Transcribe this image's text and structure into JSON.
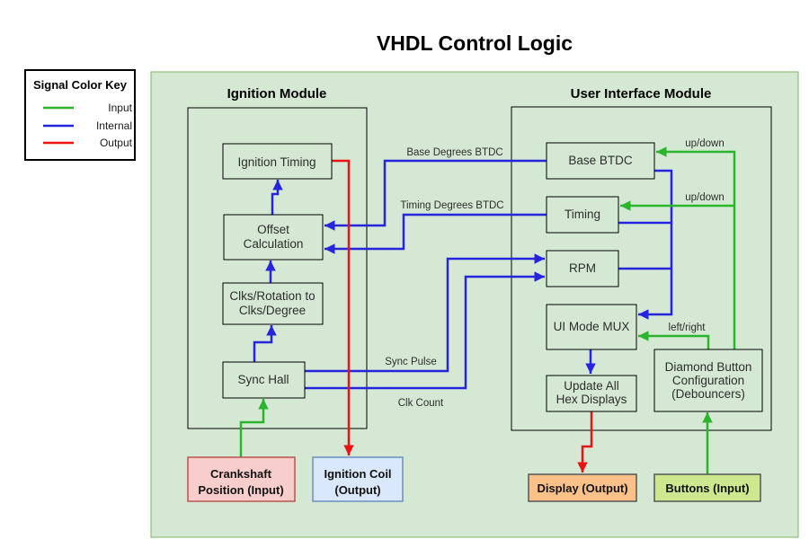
{
  "page_title": "VHDL Control Logic",
  "colors": {
    "input": "#2cb42c",
    "internal": "#2525dd",
    "output": "#ee1111",
    "diagram_bg": "#d5e8d4",
    "diagram_border": "#82b366"
  },
  "legend": {
    "title": "Signal Color Key",
    "items": [
      {
        "label": "Input",
        "color": "#2cb42c"
      },
      {
        "label": "Internal",
        "color": "#2525dd"
      },
      {
        "label": "Output",
        "color": "#ee1111"
      }
    ]
  },
  "modules": {
    "ignition": {
      "title": "Ignition Module"
    },
    "user_interface": {
      "title": "User Interface Module"
    }
  },
  "blocks": {
    "ignition_timing": {
      "label": "Ignition Timing"
    },
    "offset_calculation": {
      "line1": "Offset",
      "line2": "Calculation"
    },
    "clks_rotation": {
      "line1": "Clks/Rotation to",
      "line2": "Clks/Degree"
    },
    "sync_hall": {
      "label": "Sync Hall"
    },
    "base_btdc": {
      "label": "Base BTDC"
    },
    "timing": {
      "label": "Timing"
    },
    "rpm": {
      "label": "RPM"
    },
    "ui_mode_mux": {
      "label": "UI Mode MUX"
    },
    "update_hex": {
      "line1": "Update All",
      "line2": "Hex Displays"
    },
    "diamond_button": {
      "line1": "Diamond Button",
      "line2": "Configuration",
      "line3": "(Debouncers)"
    }
  },
  "terminals": {
    "crankshaft": {
      "line1": "Crankshaft",
      "line2": "Position (Input)",
      "fill": "#f8cecc",
      "border": "#b85450"
    },
    "ignition_coil": {
      "line1": "Ignition Coil",
      "line2": "(Output)",
      "fill": "#dae8fc",
      "border": "#6c8ebf"
    },
    "display": {
      "label": "Display (Output)",
      "fill": "#fcc189",
      "border": "#555555"
    },
    "buttons": {
      "label": "Buttons (Input)",
      "fill": "#cde88f",
      "border": "#555555"
    }
  },
  "signal_labels": {
    "base_degrees": "Base Degrees BTDC",
    "timing_degrees": "Timing Degrees BTDC",
    "sync_pulse": "Sync Pulse",
    "clk_count": "Clk Count",
    "up_down_base": "up/down",
    "up_down_timing": "up/down",
    "left_right": "left/right"
  }
}
